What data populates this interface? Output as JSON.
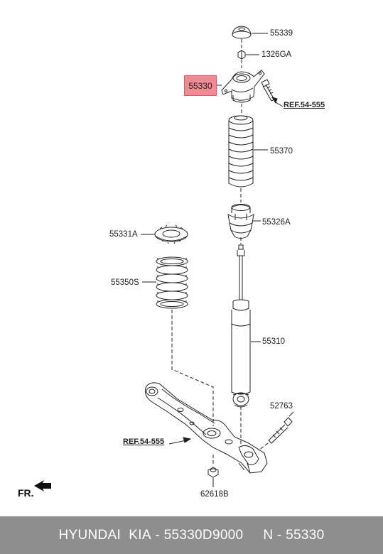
{
  "callouts": {
    "p55339": "55339",
    "p1326ga": "1326GA",
    "p55330": "55330",
    "ref_top": "REF.54-555",
    "p55370": "55370",
    "p55326a": "55326A",
    "p55331a": "55331A",
    "p55350s": "55350S",
    "p55310": "55310",
    "p52763": "52763",
    "ref_bottom": "REF.54-555",
    "p62618b": "62618B",
    "fr": "FR."
  },
  "highlight_color": "#f08a93",
  "footer": {
    "brand": "HYUNDAI  KIA",
    "sep1": " - ",
    "part_number": "55330D9000",
    "gap": "     ",
    "n_label": "N - ",
    "n_value": "55330"
  }
}
